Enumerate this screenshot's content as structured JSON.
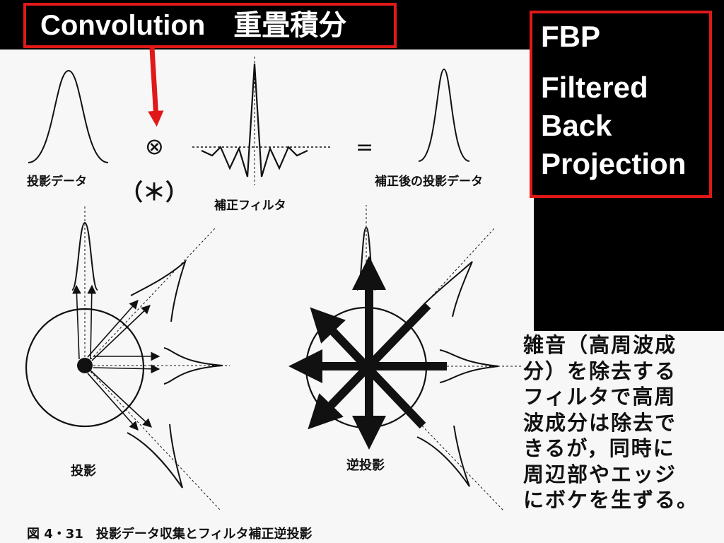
{
  "header": {
    "title": "Convolution　重畳積分"
  },
  "fbp": {
    "abbr": "FBP",
    "full_lines": [
      "Filtered",
      "Back",
      "Projection"
    ]
  },
  "figure": {
    "label_projection_data": "投影データ",
    "operator_symbol": "⊗",
    "operator_alt": "（＊）",
    "label_filter": "補正フィルタ",
    "equals_symbol": "=",
    "label_corrected": "補正後の投影データ",
    "label_projection": "投影",
    "label_backprojection": "逆投影",
    "caption": "図 4・31　投影データ収集とフィルタ補正逆投影"
  },
  "note": {
    "lines": [
      "雑音（高周波成",
      "分）を除去する",
      "フィルタで高周",
      "波成分は除去で",
      "きるが，同時に",
      "周辺部やエッジ",
      "にボケを生ずる。"
    ]
  },
  "colors": {
    "accent": "#e01818",
    "background": "#000000",
    "paper": "#f7f7f7",
    "ink": "#111111"
  }
}
